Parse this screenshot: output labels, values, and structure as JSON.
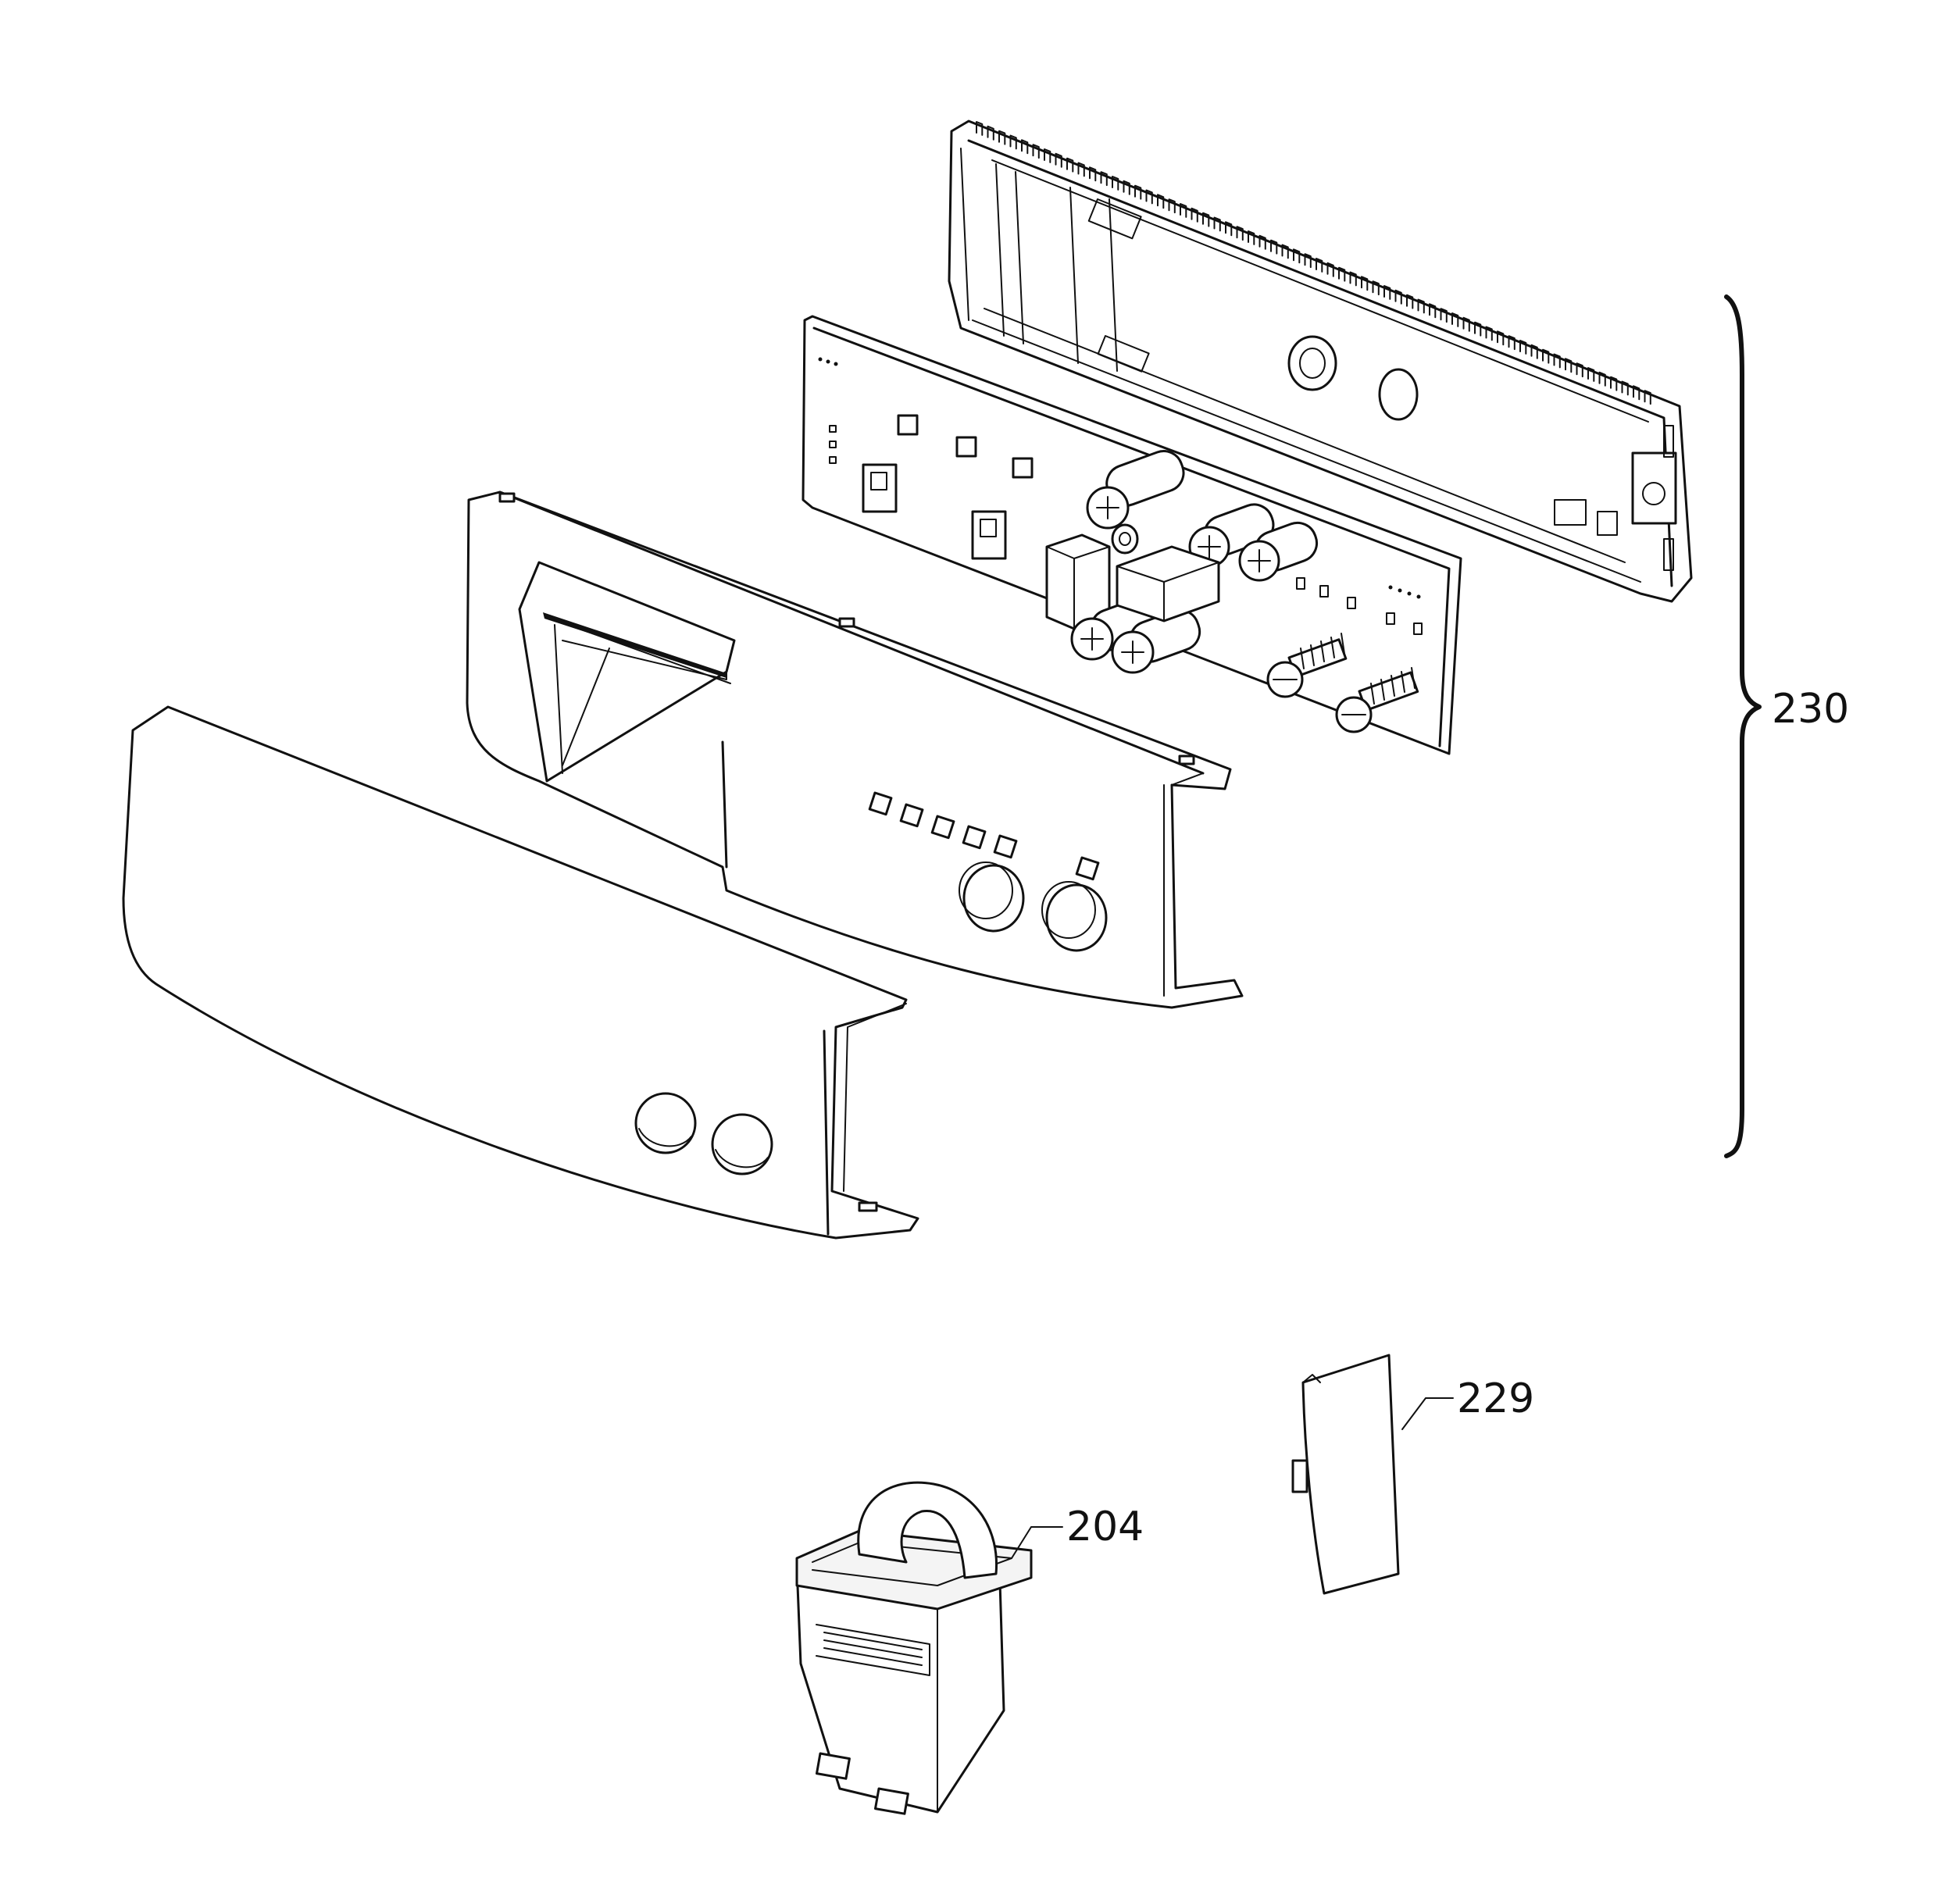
{
  "callouts": {
    "assembly": "230",
    "cover_cap": "229",
    "switch": "204"
  }
}
